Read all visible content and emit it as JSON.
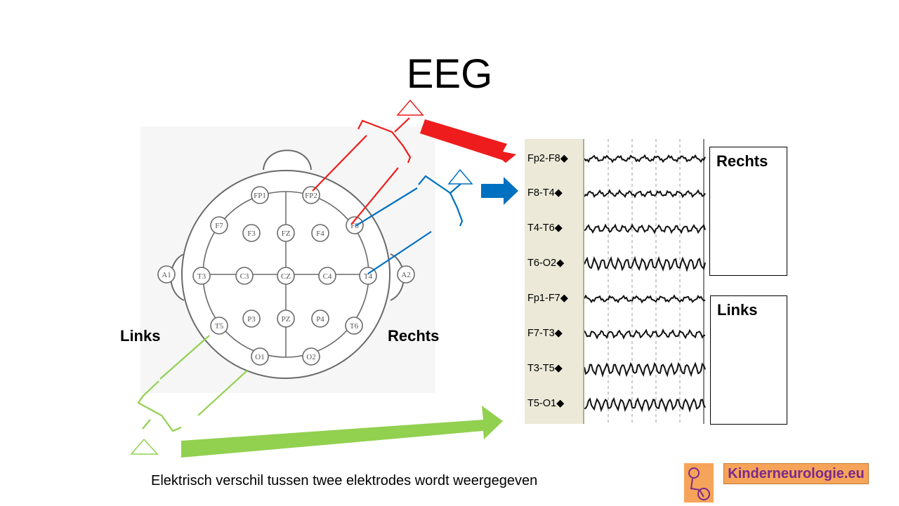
{
  "title": "EEG",
  "labels": {
    "left": "Links",
    "right": "Rechts"
  },
  "electrodes": [
    "FP1",
    "FP2",
    "F7",
    "F3",
    "FZ",
    "F4",
    "F8",
    "A1",
    "T3",
    "C3",
    "CZ",
    "C4",
    "T4",
    "A2",
    "T5",
    "P3",
    "PZ",
    "P4",
    "T6",
    "O1",
    "O2"
  ],
  "channels": [
    "Fp2-F8◆",
    "F8-T4◆",
    "T4-T6◆",
    "T6-O2◆",
    "Fp1-F7◆",
    "F7-T3◆",
    "T3-T5◆",
    "T5-O1◆"
  ],
  "boxes": {
    "right": "Rechts",
    "left": "Links"
  },
  "caption": "Elektrisch verschil tussen twee elektrodes wordt weergegeven",
  "logo": {
    "text": "Kinderneurologie.eu"
  },
  "colors": {
    "red": "#ee1c1c",
    "blue": "#0070c0",
    "green": "#92d050"
  }
}
